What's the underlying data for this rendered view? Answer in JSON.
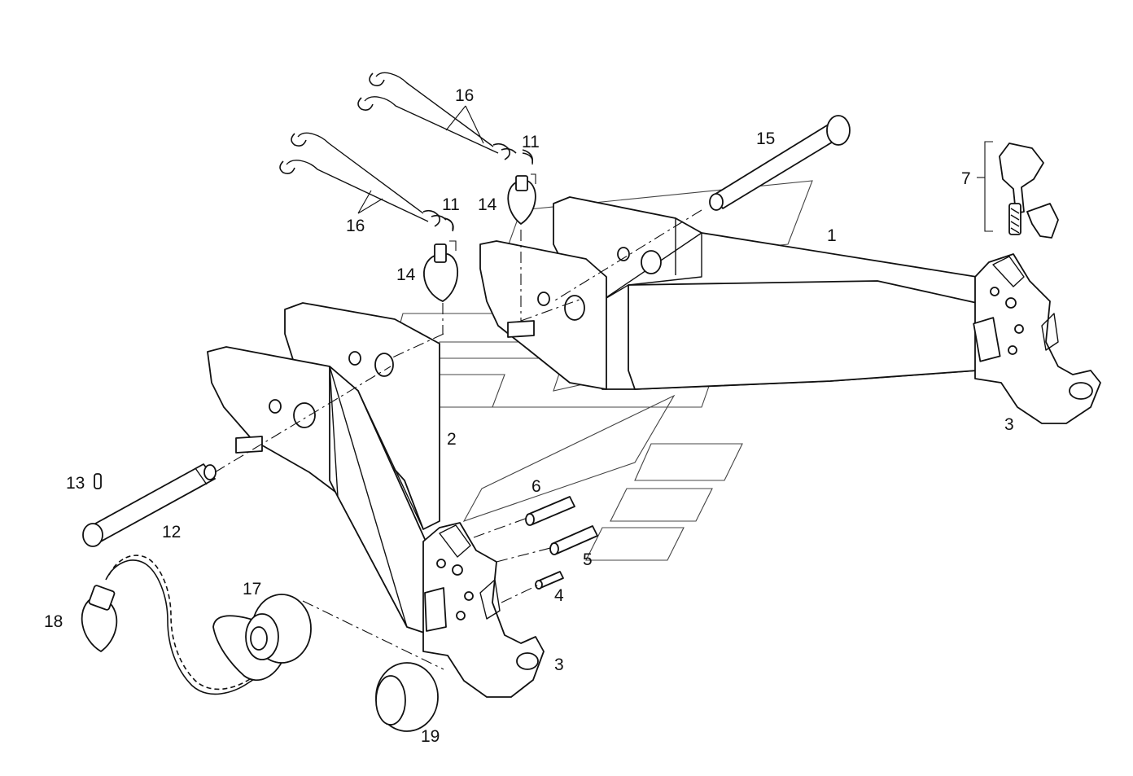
{
  "callouts": {
    "c1": "1",
    "c2": "2",
    "c3a": "3",
    "c3b": "3",
    "c4": "4",
    "c5": "5",
    "c6": "6",
    "c7": "7",
    "c11a": "11",
    "c11b": "11",
    "c12": "12",
    "c13": "13",
    "c14a": "14",
    "c14b": "14",
    "c15": "15",
    "c16a": "16",
    "c16b": "16",
    "c17": "17",
    "c18": "18",
    "c19": "19"
  },
  "colors": {
    "line": "#111111",
    "background": "#ffffff"
  }
}
